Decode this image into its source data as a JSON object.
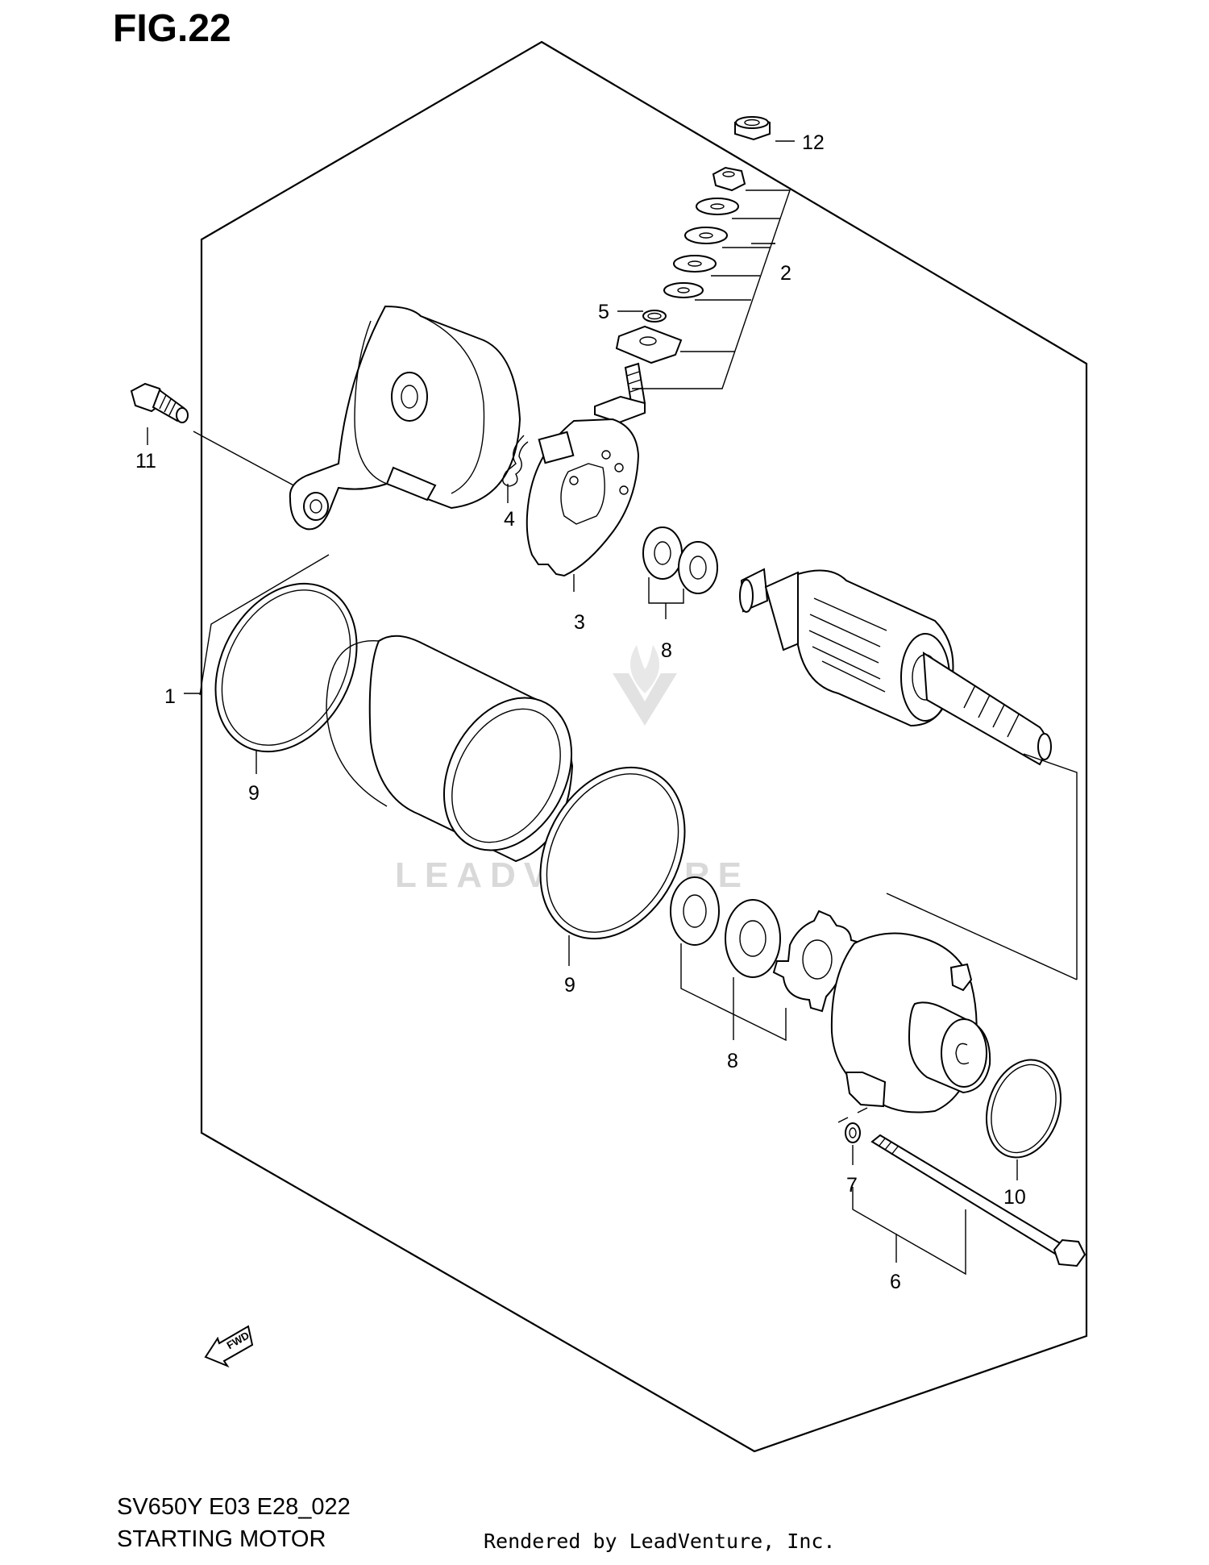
{
  "figure": {
    "title": "FIG.22"
  },
  "footer": {
    "model_code": "SV650Y E03 E28_022",
    "subject": "STARTING MOTOR",
    "rendered_by": "Rendered by LeadVenture, Inc."
  },
  "watermark": {
    "text": "LEADVENTURE"
  },
  "fwd_arrow": {
    "label": "FWD"
  },
  "callouts": {
    "c1": "1",
    "c2": "2",
    "c3": "3",
    "c4": "4",
    "c5": "5",
    "c6": "6",
    "c7": "7",
    "c8a": "8",
    "c8b": "8",
    "c9a": "9",
    "c9b": "9",
    "c10": "10",
    "c11": "11",
    "c12": "12"
  }
}
